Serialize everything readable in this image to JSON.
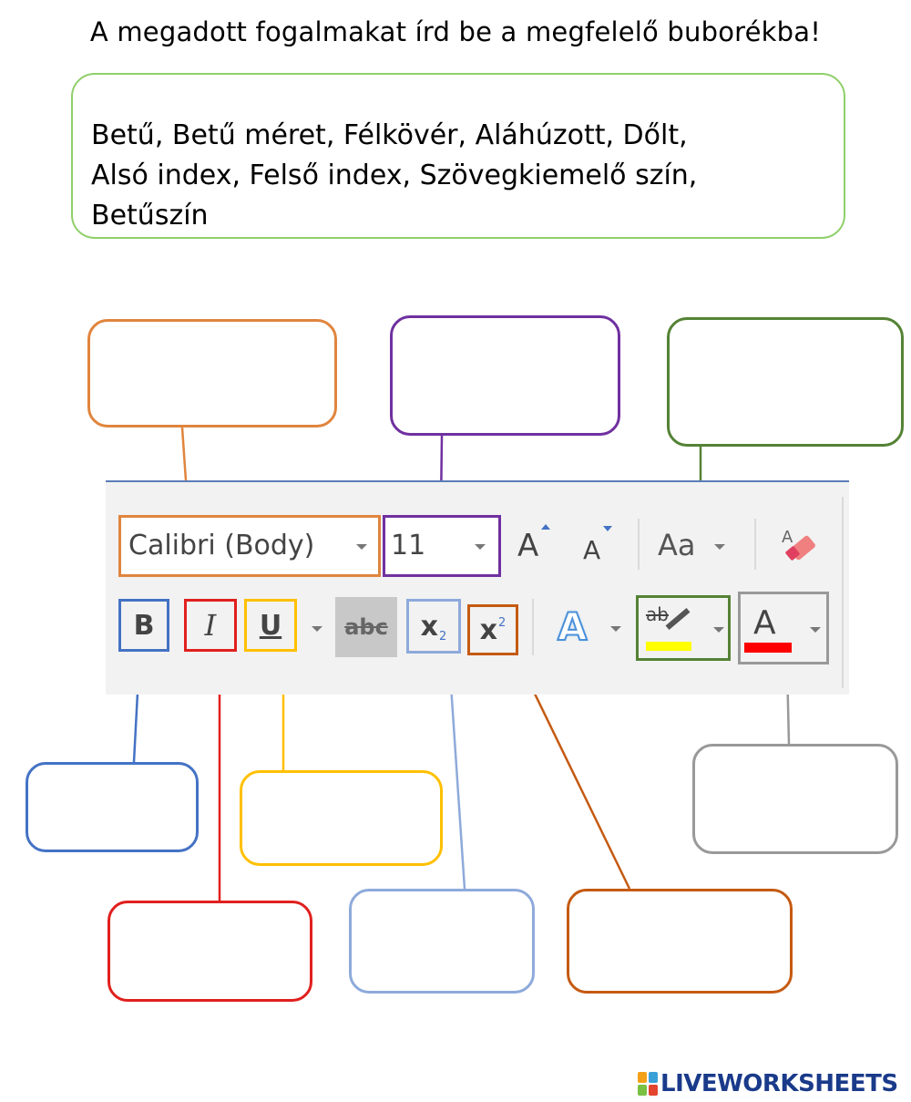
{
  "instruction": "A megadott fogalmakat írd be a megfelelő buborékba!",
  "word_bank": {
    "line1": "Betű, Betű méret, Félkövér, Aláhúzott, Dőlt,",
    "line2": "Alsó index, Felső index, Szövegkiemelő szín,",
    "line3": "Betűszín"
  },
  "ribbon": {
    "font_name": "Calibri (Body)",
    "font_size": "11",
    "grow_glyph": "A",
    "shrink_glyph": "A",
    "case_glyph": "Aa",
    "bold_glyph": "B",
    "italic_glyph": "I",
    "underline_glyph": "U",
    "strike_glyph": "abc",
    "subscript_glyph": "x",
    "subscript_mark": "2",
    "superscript_glyph": "x",
    "superscript_mark": "2",
    "effects_glyph": "A",
    "highlight_glyph": "ab",
    "fontcolor_glyph": "A",
    "icons": [
      "grow-font-icon",
      "shrink-font-icon",
      "change-case-icon",
      "clear-formatting-icon",
      "text-effects-icon",
      "highlight-icon",
      "font-color-icon"
    ]
  },
  "colors": {
    "font": "#e0853e",
    "size": "#7030a0",
    "highlight": "#548235",
    "bold": "#4472c4",
    "italic": "#e0201e",
    "underline": "#ffc000",
    "subscript": "#8eaadb",
    "superscript": "#c55a11",
    "fontcolor": "#999999",
    "highlight_bar": "#ffff00",
    "fontcolor_bar": "#ff0000"
  },
  "brand": "LIVEWORKSHEETS"
}
